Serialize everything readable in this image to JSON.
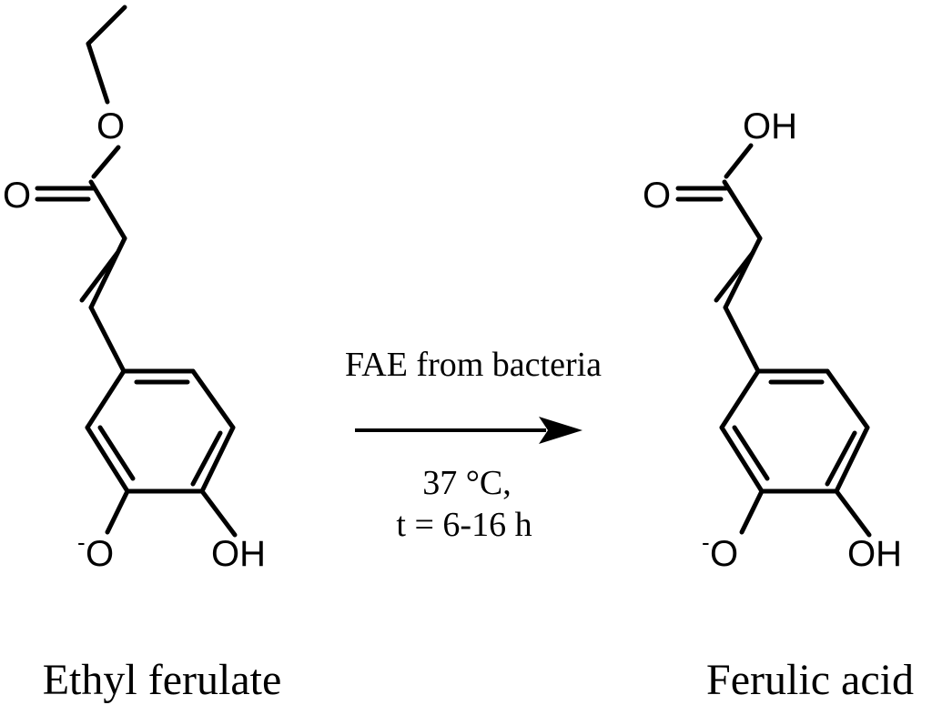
{
  "reactant": {
    "name": "Ethyl ferulate",
    "atoms": {
      "ester_O": "O",
      "carbonyl_O": "O",
      "phenoxide_O": "O",
      "phenoxide_charge": "-",
      "hydroxyl": "OH"
    }
  },
  "product": {
    "name": "Ferulic acid",
    "atoms": {
      "acid_OH": "OH",
      "carbonyl_O": "O",
      "phenoxide_O": "O",
      "phenoxide_charge": "-",
      "hydroxyl": "OH"
    }
  },
  "reaction": {
    "catalyst": "FAE from bacteria",
    "temperature": "37 °C,",
    "time": "t = 6-16 h"
  }
}
